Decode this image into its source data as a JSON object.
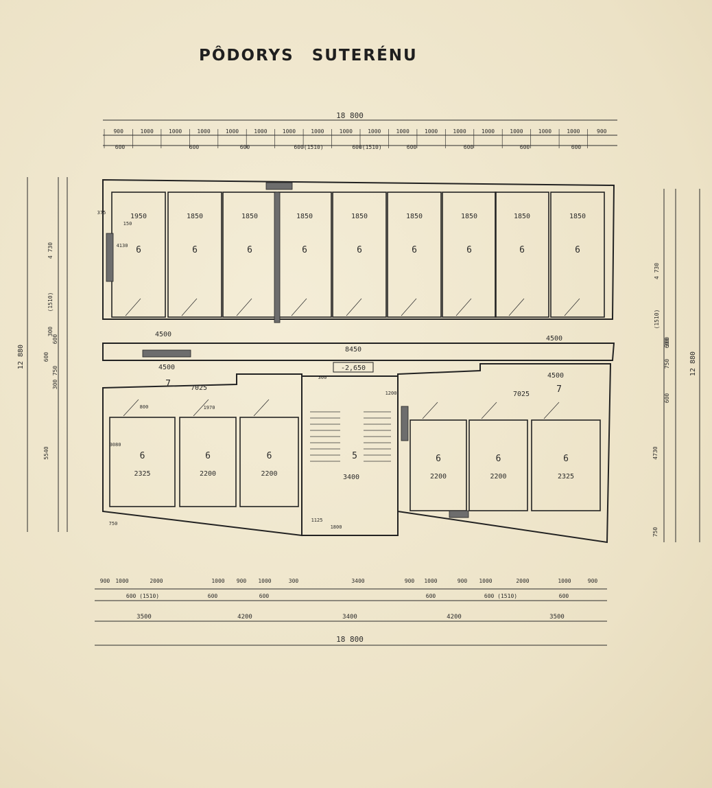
{
  "title": {
    "line1": "PÔDORYS",
    "line2": "SUTERÉNU"
  },
  "overall_width": "18 800",
  "overall_height": "12 880",
  "level_mark": "-2,650",
  "corridor_width": "8450",
  "top_dims_row1": [
    "900",
    "1000",
    "1000",
    "1000",
    "1000",
    "1000",
    "1000",
    "1000",
    "1000",
    "1000",
    "1000",
    "1000",
    "1000",
    "1000",
    "1000",
    "1000",
    "1000",
    "900"
  ],
  "top_dims_row2": [
    "600",
    "600",
    "600",
    "600(1510)",
    "600(1510)",
    "600",
    "600",
    "600",
    "600"
  ],
  "bottom_dims_row1": [
    "900",
    "1000",
    "2000",
    "1000",
    "900",
    "1000",
    "300",
    "3400",
    "900",
    "1000",
    "900",
    "1000",
    "2000",
    "1000",
    "900"
  ],
  "bottom_dims_row2": [
    "600 (1510)",
    "600",
    "600",
    "600",
    "600 (1510)",
    "600"
  ],
  "bottom_dims_row3": [
    "3500",
    "4200",
    "3400",
    "4200",
    "3500"
  ],
  "left_dims": [
    "4 730",
    "300",
    "(1510)",
    "750",
    "600",
    "300",
    "600",
    "5540"
  ],
  "right_dims": [
    "4 730",
    "(1510)",
    "600",
    "750",
    "300",
    "600",
    "4730",
    "750"
  ],
  "upper_rooms": [
    {
      "number": "6",
      "width": "1950"
    },
    {
      "number": "6",
      "width": "1850"
    },
    {
      "number": "6",
      "width": "1850"
    },
    {
      "number": "6",
      "width": "1850"
    },
    {
      "number": "6",
      "width": "1850"
    },
    {
      "number": "6",
      "width": "1850"
    },
    {
      "number": "6",
      "width": "1850"
    },
    {
      "number": "6",
      "width": "1850"
    },
    {
      "number": "6",
      "width": "1850"
    }
  ],
  "lower_rooms_left": [
    {
      "number": "6",
      "width": "2325"
    },
    {
      "number": "6",
      "width": "2200"
    },
    {
      "number": "6",
      "width": "2200"
    }
  ],
  "lower_rooms_right": [
    {
      "number": "6",
      "width": "2200"
    },
    {
      "number": "6",
      "width": "2200"
    },
    {
      "number": "6",
      "width": "2325"
    }
  ],
  "staircase": {
    "number": "5",
    "width": "3400"
  },
  "hall_left": {
    "number": "7",
    "width": "4500",
    "length": "7025"
  },
  "hall_right": {
    "number": "7",
    "width": "4500",
    "length": "7025"
  },
  "corridor_segments": [
    "4500",
    "4500"
  ],
  "misc_dims": [
    "375",
    "150",
    "300",
    "800",
    "1970",
    "1200",
    "3080",
    "1125",
    "1800",
    "750",
    "4130"
  ]
}
